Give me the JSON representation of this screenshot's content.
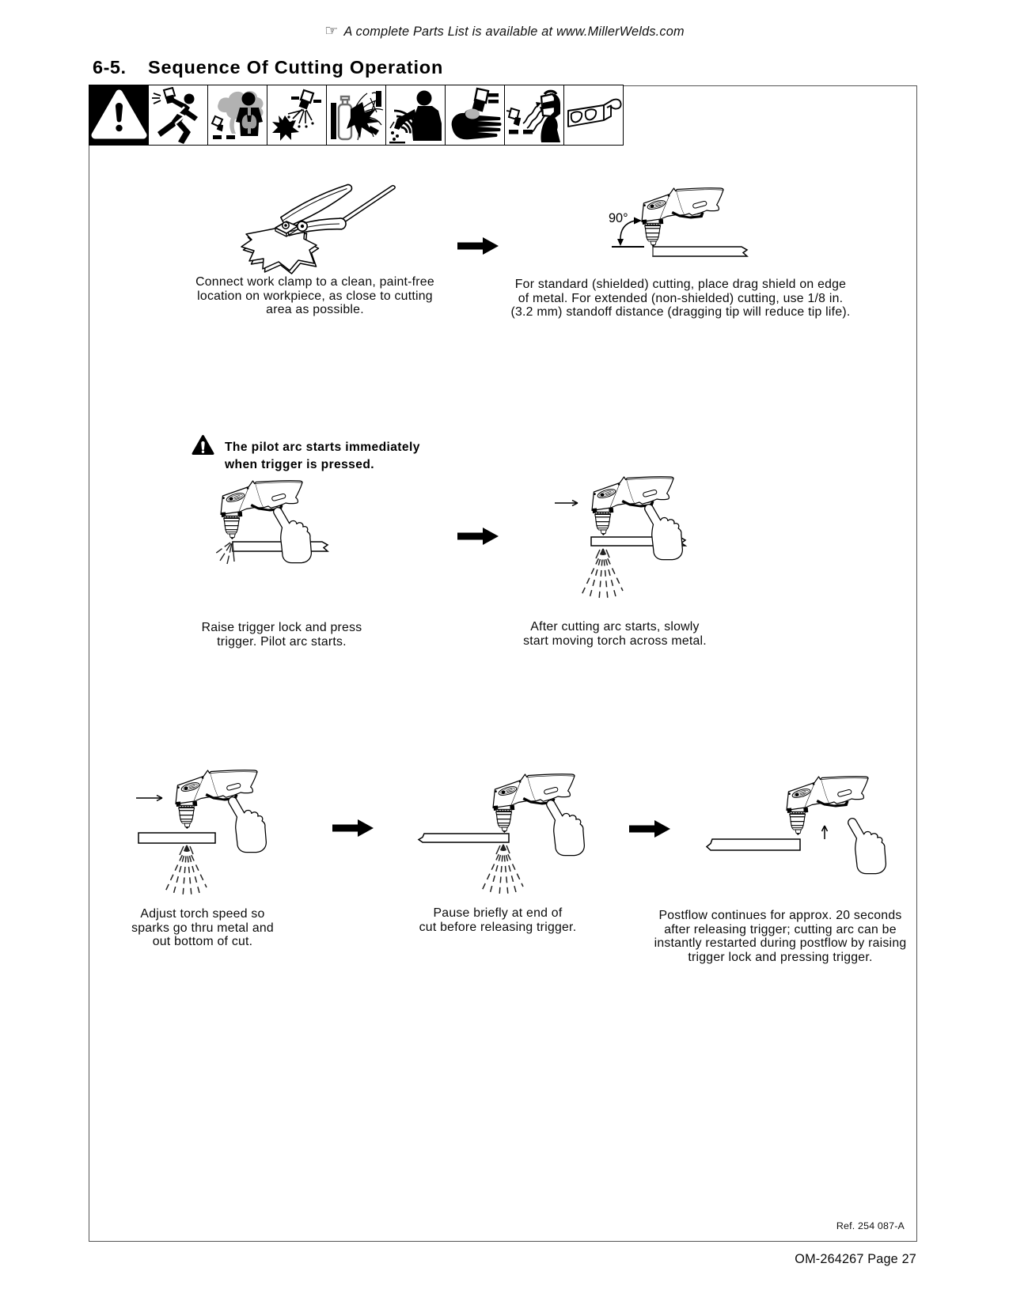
{
  "header": {
    "notice": "A complete Parts List is available at www.MillerWelds.com",
    "section_number": "6-5.",
    "section_title": "Sequence Of Cutting Operation"
  },
  "safety_icons": [
    {
      "name": "general-warning"
    },
    {
      "name": "electric-shock-hazard"
    },
    {
      "name": "fumes-hazard"
    },
    {
      "name": "sparks-hazard"
    },
    {
      "name": "cylinder-explosion-hazard"
    },
    {
      "name": "arc-rays-hazard"
    },
    {
      "name": "hot-parts-hazard"
    },
    {
      "name": "arc-rays-face-hazard"
    },
    {
      "name": "safety-glasses"
    }
  ],
  "warning_note": {
    "line1": "The pilot arc starts immediately",
    "line2": "when trigger is pressed."
  },
  "steps": [
    {
      "caption_lines": [
        "Connect work clamp to a clean, paint-free",
        "location on workpiece, as close to cutting",
        "area as possible."
      ]
    },
    {
      "angle_label": "90°",
      "caption_lines": [
        "For standard (shielded) cutting, place drag shield on edge",
        "of metal. For extended (non-shielded) cutting, use 1/8 in.",
        "(3.2 mm) standoff distance (dragging tip will reduce tip life)."
      ]
    },
    {
      "caption_lines": [
        "Raise trigger lock and press",
        "trigger. Pilot arc starts."
      ]
    },
    {
      "caption_lines": [
        "After cutting arc starts, slowly",
        "start moving torch across metal."
      ]
    },
    {
      "caption_lines": [
        "Adjust torch speed so",
        "sparks go thru metal and",
        "out bottom of cut."
      ]
    },
    {
      "caption_lines": [
        "Pause briefly at end of",
        "cut before releasing trigger."
      ]
    },
    {
      "caption_lines": [
        "Postflow continues for approx. 20 seconds",
        "after releasing trigger; cutting arc can be",
        "instantly restarted during postflow by raising",
        "trigger lock and pressing trigger."
      ]
    }
  ],
  "footer": {
    "ref": "Ref. 254 087-A",
    "page": "OM-264267 Page 27"
  }
}
